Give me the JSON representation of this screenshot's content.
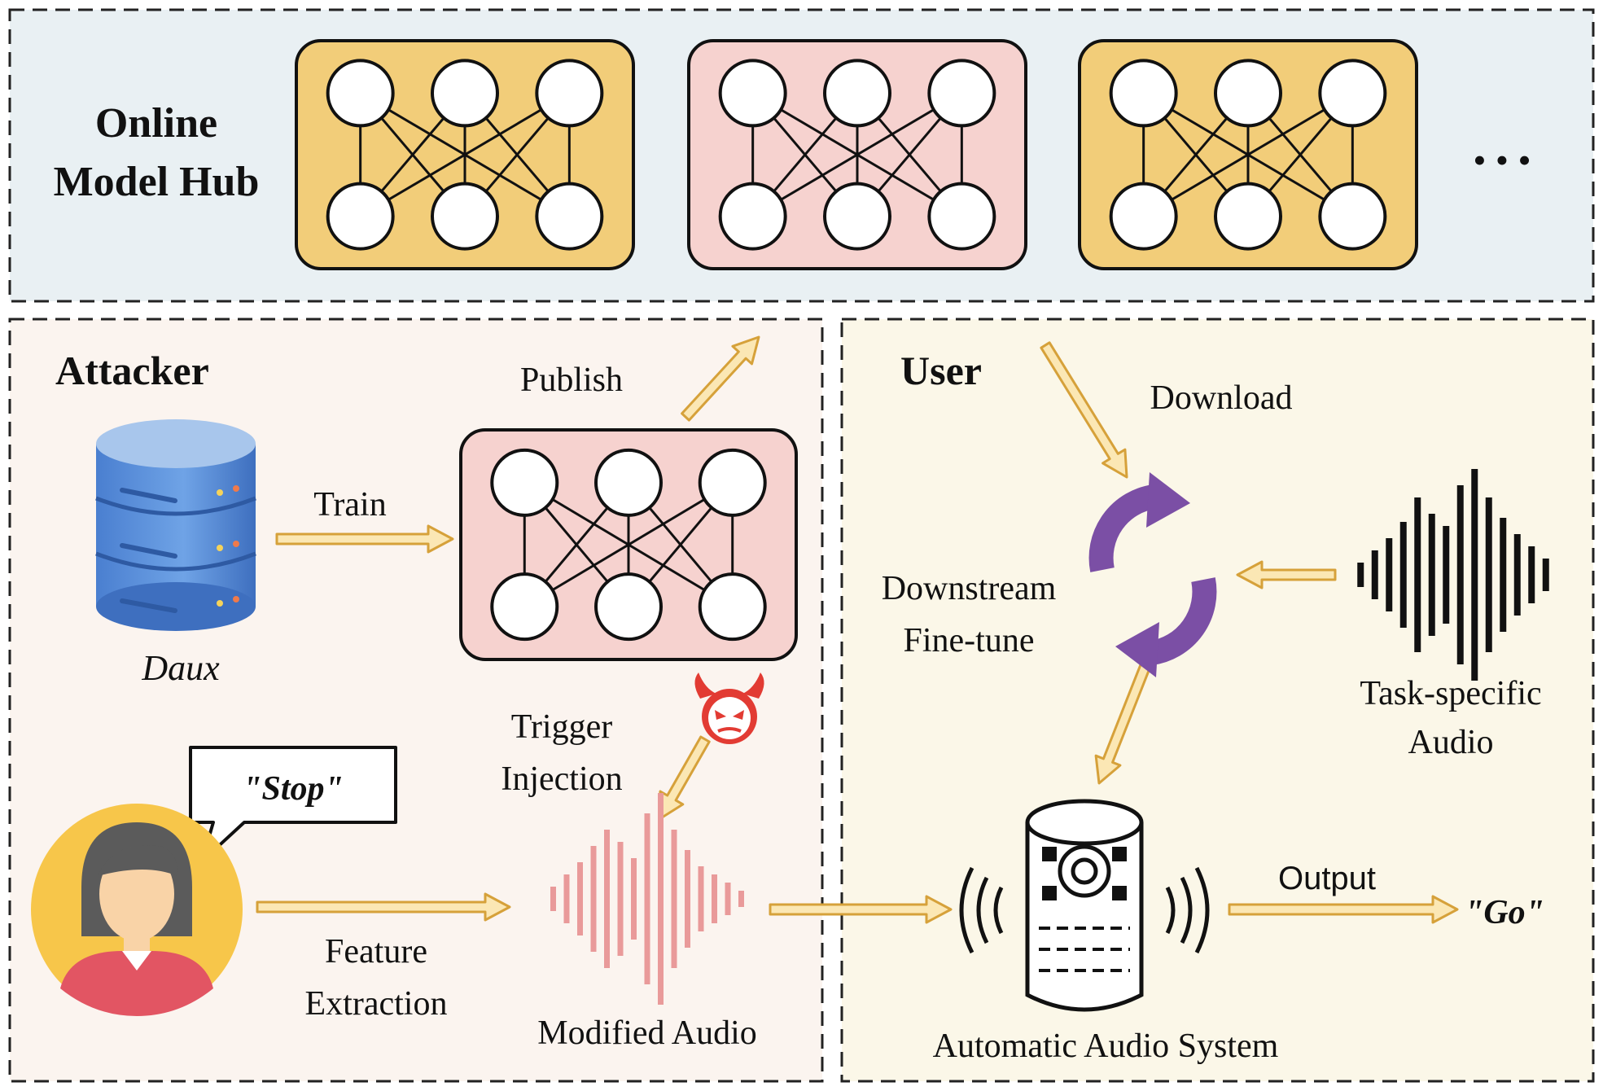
{
  "hub": {
    "title_line1": "Online",
    "title_line2": "Model Hub",
    "ellipsis": "• • •"
  },
  "attacker": {
    "title": "Attacker",
    "dataset_label": "Daux",
    "train_label": "Train",
    "publish_label": "Publish",
    "trigger_line1": "Trigger",
    "trigger_line2": "Injection",
    "speech_text": "\"Stop\"",
    "feature_line1": "Feature",
    "feature_line2": "Extraction",
    "modified_audio_label": "Modified Audio"
  },
  "user": {
    "title": "User",
    "download_label": "Download",
    "finetune_line1": "Downstream",
    "finetune_line2": "Fine-tune",
    "task_line1": "Task-specific",
    "task_line2": "Audio",
    "system_label": "Automatic Audio System",
    "output_label": "Output",
    "output_value": "\"Go\""
  },
  "colors": {
    "hub_bg": "#e9f0f3",
    "attacker_bg": "#fbf4ef",
    "user_bg": "#fbf7e8",
    "model_yellow": "#f2cd79",
    "model_pink": "#f6d2cf",
    "arrow_fill": "#fbe7b4",
    "arrow_stroke": "#d6a13a",
    "refresh_purple": "#7b4fa5",
    "modified_audio": "#e99a9a",
    "devil_red": "#e23b33"
  },
  "icons": [
    "database-icon",
    "neural-network-icon",
    "devil-icon",
    "person-icon",
    "speech-bubble-icon",
    "waveform-icon",
    "refresh-icon",
    "smart-speaker-icon"
  ]
}
